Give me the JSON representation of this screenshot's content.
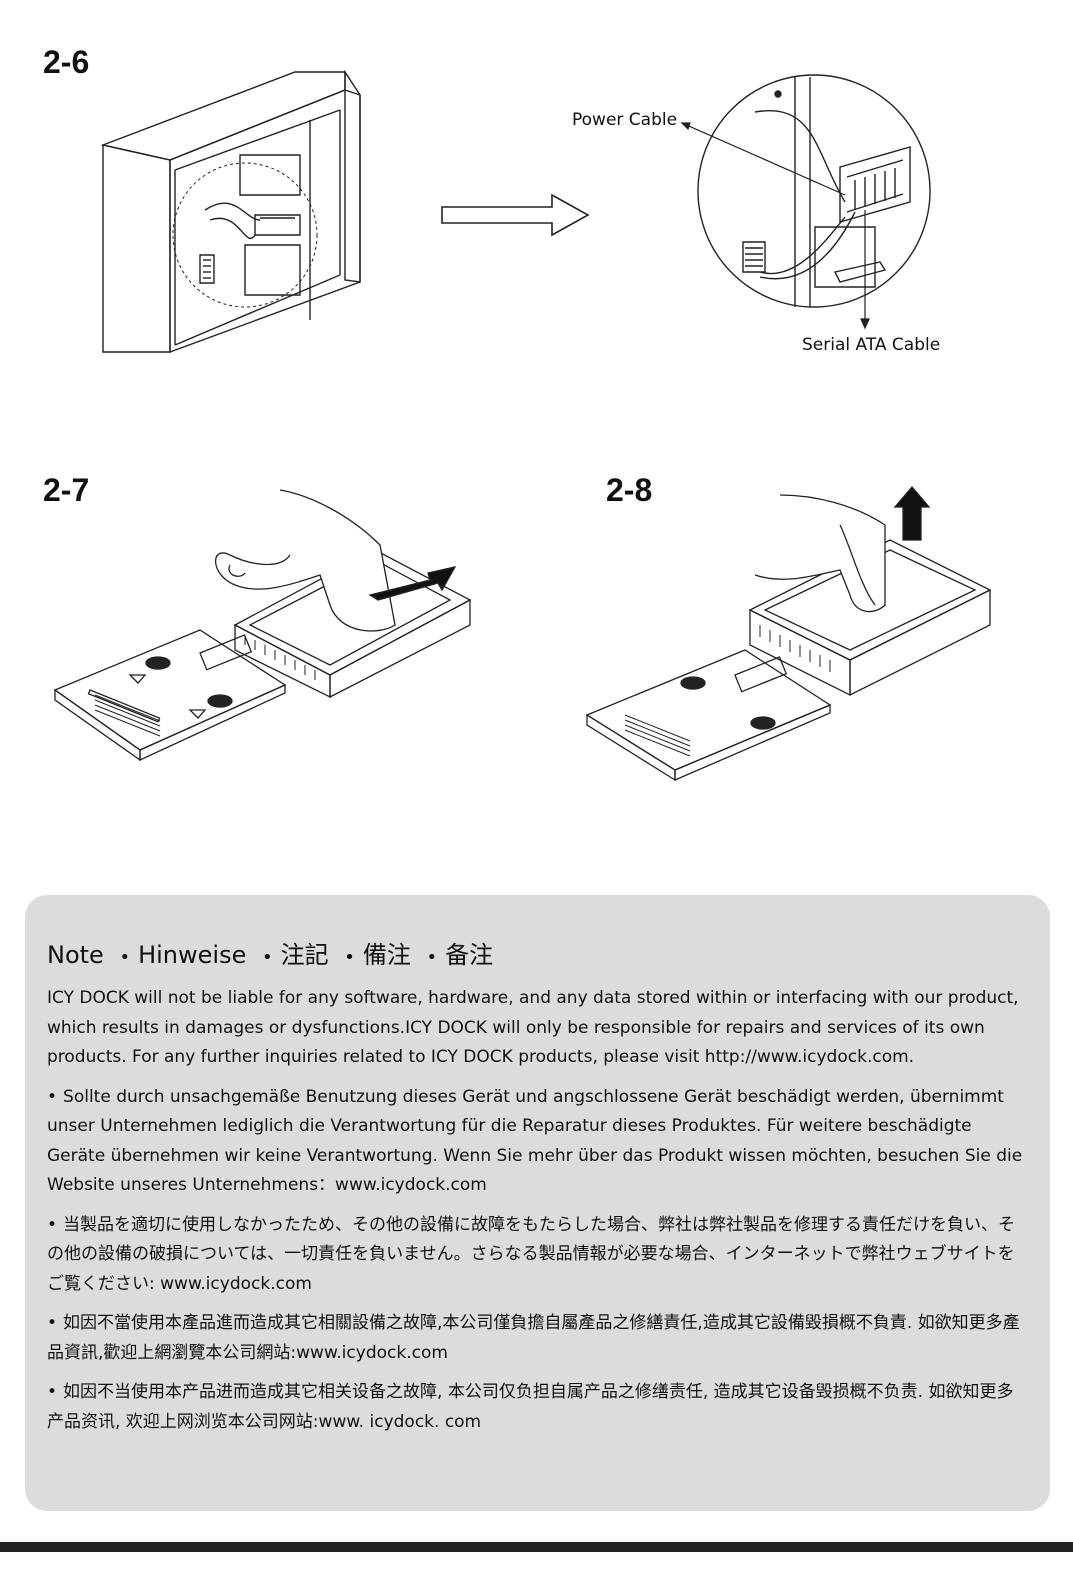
{
  "steps": {
    "s26": "2-6",
    "s27": "2-7",
    "s28": "2-8"
  },
  "callouts": {
    "power_cable": "Power Cable",
    "sata_cable": "Serial ATA Cable"
  },
  "note": {
    "heading": {
      "en": "Note",
      "de": "Hinweise",
      "ja": "注記",
      "zh_tw": "備注",
      "zh_cn": "备注"
    },
    "bullet": "•",
    "en": "ICY DOCK will not be liable for any software, hardware, and any data stored within or interfacing with our product, which results in damages or dysfunctions.ICY DOCK will only be responsible for repairs and services of its own products. For any further inquiries related to ICY DOCK products, please visit http://www.icydock.com.",
    "de": "Sollte durch unsachgemäße Benutzung dieses Gerät und angschlossene Gerät beschädigt werden, übernimmt unser Unternehmen lediglich die Verantwortung für die Reparatur dieses Produktes. Für weitere beschädigte Geräte übernehmen wir keine Verantwortung. Wenn Sie mehr über das Produkt wissen möchten, besuchen Sie die Website unseres Unternehmens：www.icydock.com",
    "ja": "当製品を適切に使用しなかったため、その他の設備に故障をもたらした場合、弊社は弊社製品を修理する責任だけを負い、その他の設備の破損については、一切責任を負いません。さらなる製品情報が必要な場合、インターネットで弊社ウェブサイトをご覧ください: www.icydock.com",
    "zh_tw": "如因不當使用本產品進而造成其它相關設備之故障,本公司僅負擔自屬產品之修繕責任,造成其它設備毀損概不負責. 如欲知更多產品資訊,歡迎上網瀏覽本公司網站:www.icydock.com",
    "zh_cn": "如因不当使用本产品进而造成其它相关设备之故障, 本公司仅负担自属产品之修缮责任, 造成其它设备毁损概不负责. 如欲知更多产品资讯, 欢迎上网浏览本公司网站:www. icydock. com"
  }
}
